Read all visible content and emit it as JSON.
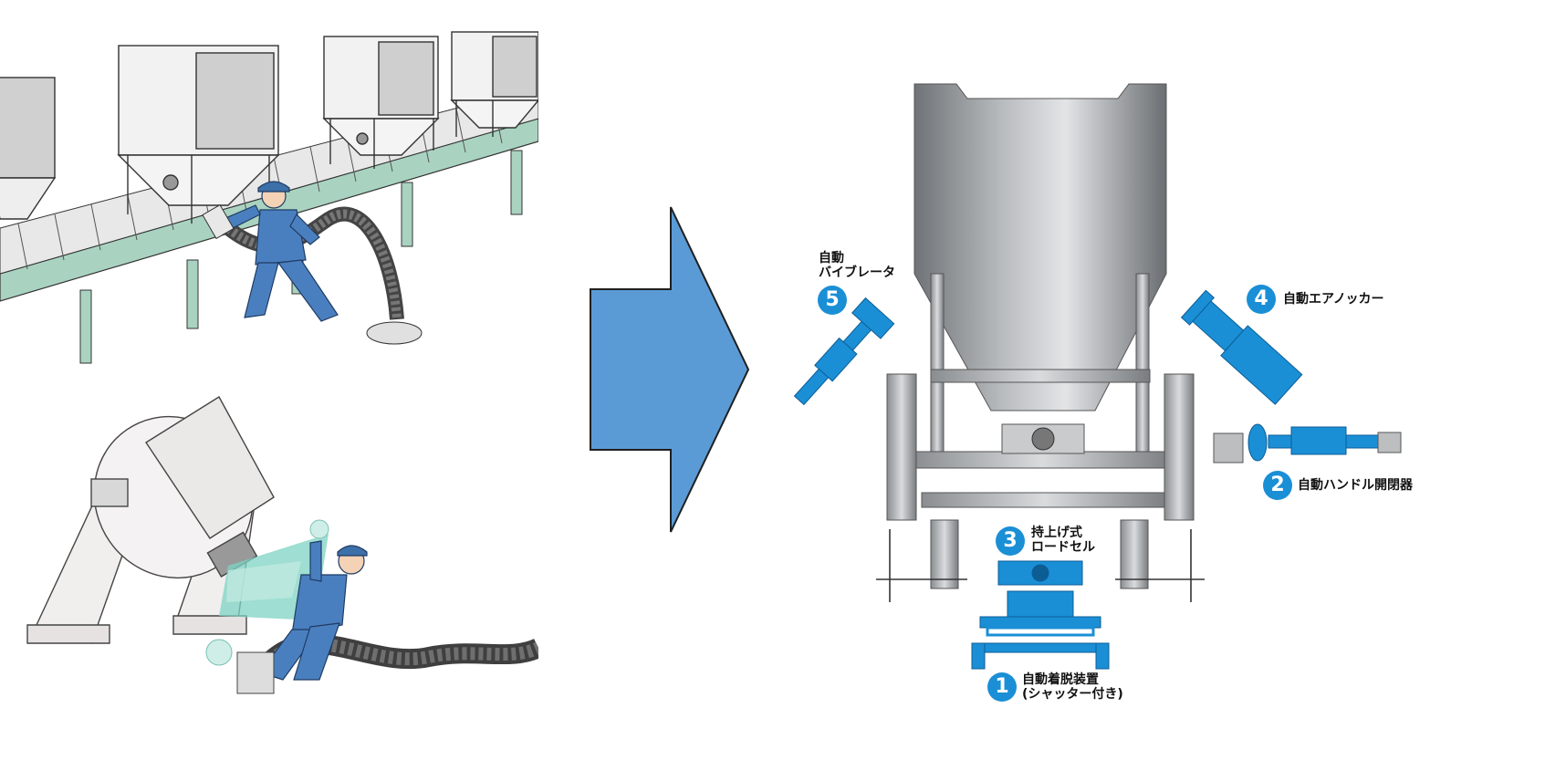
{
  "colors": {
    "accent_blue": "#1a8fd6",
    "arrow_blue": "#5b9bd5",
    "steel_gray": "#8a8d90",
    "rail_green": "#a9d3c0"
  },
  "parts": [
    {
      "number": "1",
      "label_lines": [
        "自動着脱装置",
        "(シャッター付き)"
      ]
    },
    {
      "number": "2",
      "label_lines": [
        "自動ハンドル開閉器"
      ]
    },
    {
      "number": "3",
      "label_lines": [
        "持上げ式",
        "ロードセル"
      ]
    },
    {
      "number": "4",
      "label_lines": [
        "自動エアノッカー"
      ]
    },
    {
      "number": "5",
      "label_lines": [
        "自動",
        "バイブレータ"
      ]
    }
  ]
}
